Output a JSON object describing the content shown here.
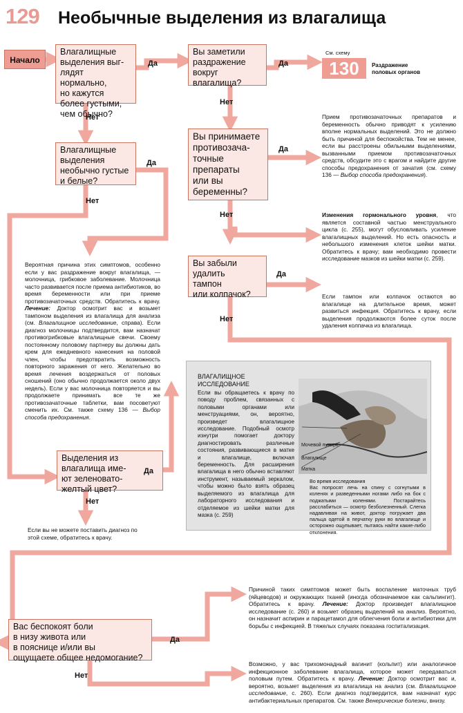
{
  "page": {
    "number": "129",
    "title": "Необычные выделения из влагалища"
  },
  "start_label": "Начало",
  "yes": "Да",
  "no": "Нет",
  "questions": {
    "q1": [
      "Влагалищные",
      "выделения выг-",
      "лядят нормально,",
      "но кажутся",
      "более густыми,",
      "чем обычно?"
    ],
    "q2": [
      "Вы заметили",
      "раздражение",
      "вокруг",
      "влагалища?"
    ],
    "q3": [
      "Влагалищные",
      "выделения",
      "необычно густые",
      "и белые?"
    ],
    "q4": [
      "Вы принимаете",
      "противозача-",
      "точные",
      "препараты",
      "или вы",
      "беременны?"
    ],
    "q5": [
      "Вы забыли",
      "удалить",
      "тампон",
      "или колпачок?"
    ],
    "q6": [
      "Выделения из",
      "влагалища име-",
      "ют зеленовато-",
      "желтый цвет?"
    ],
    "q7": [
      "Вас беспокоят боли",
      "в низу живота или",
      "в пояснице и/или вы",
      "ощущаете общее недомогание?"
    ]
  },
  "refer": {
    "see_label": "См. схему",
    "chart_number": "130",
    "chart_title": [
      "Раздражение",
      "половых органов"
    ]
  },
  "texts": {
    "contraceptives": "Прием противозачаточных препаратов и беременность обычно приводят к усилению вполне нормальных выделений. Это не должно быть причиной для беспокойства. Тем не менее, если вы расстроены обильными выделениями, вызванными приемом противозачаточных средств, обсудите это с врагом и найдите другие способы предохранения от зачатия (см. схему 136 — ",
    "contraceptives_em": "Выбор способа предохранения",
    "contraceptives_end": ").",
    "hormonal_b": "Изменения гормонального уровня",
    "hormonal": ", что является составной частью менструального цикла (с. 255), могут обусловливать усиление влагалищных выделений. Но есть опасность и небольшого изменения клеток шейки матки. Обратитесь к врачу; вам необходимо провести исследование мазков из шейки матки (с. 259).",
    "tampon": "Если тампон или колпачок остаются во влагалище на длительное время, может развиться инфекция. Обратитесь к врачу, если выделения продолжаются более суток после удаления колпачка из влагалища.",
    "thrush_intro": "Вероятная причина этих симптомов, особенно если у вас раздражение вокруг влагалища, — молочница, грибковое заболевание. Молочница часто развивается после приема антибиотиков, во время беременности или при приеме противозачаточных средств. Обратитесь к врачу.",
    "thrush_treat_label": "Лечение:",
    "thrush_treat": " Доктор осмотрит вас и возьмет тампоном выделения из влагалища для анализа (см. ",
    "thrush_em1": "Влагалищное исследование",
    "thrush_treat2": ", справа). Если диагноз молочницы подтвердится, вам назначат противогрибковые влагалищные свечи. Своему постоянному половому партнеру вы должны дать крем для ежедневного нанесения на половой член, чтобы предотвратить возможность повторного заражения от него. Желательно во время лечения воздержаться от половых сношений (оно обычно продолжается около двух недель). Если у вас молочница повторяется и вы продолжаете принимать все те же противозачаточные таблетки, вам посоветуют сменить их. См. также схему 136 — ",
    "thrush_em2": "Выбор способа предохранения",
    "thrush_end": ".",
    "cant_diagnose": "Если вы не можете поставить диагноз по этой схеме, обратитесь к врачу.",
    "tubes": "Причиной таких симптомов может быть воспаление маточных труб (яйцеводов) и окружающих тканей (иногда обозначаемое как сальпингит). Обратитесь к врачу.",
    "tubes_treat_label": "Лечение:",
    "tubes_treat": " Доктор произведет влагалищное исследование (с. 260) и возьмет образец выделений на анализ. Вероятно, он назначит аспирин и парацетамол для облегчения боли и антибиотики для борьбы с инфекцией. В тяжелых случаях показана госпитализация.",
    "tricho": "Возможно, у вас трихомонадный вагинит (кольпит) или аналогичное инфекционное заболевание влагалища, которое может передаваться половым путем. Обратитесь к врачу.",
    "tricho_treat_label": "Лечение:",
    "tricho_treat": " Доктор осмотрит вас и, вероятно, возьмет выделения из влагалища на анализ (см. ",
    "tricho_em1": "Влагалищное исследование",
    "tricho_treat2": ", с. 260). Если диагноз подтвердится, вам назначат курс антибактериальных препаратов. См. также ",
    "tricho_em2": "Венерические болезни",
    "tricho_end": ", внизу."
  },
  "panel": {
    "title": [
      "ВЛАГАЛИЩНОЕ",
      "ИССЛЕДОВАНИЕ"
    ],
    "text": "Если вы обращаетесь к врачу по поводу проблем, связанных с половыми органами или менструациями, он, вероятно, произведет влагалищное исследование. Подобный осмотр изнутри помогает доктору диагностировать различные состояния, развивающиеся в матке и влагалище, включая беременность. Для расширения влагалища в него обычно вставляют инструмент, называемый зеркалом, чтобы можно было взять образец выделяемого из влагалища для лабораторного исследования и отделяемое из шейки матки для мазка (с. 259)",
    "labels": [
      "Мочевой пузырь",
      "Влагалище",
      "Матка"
    ],
    "caption_title": "Во время исследования",
    "caption": "Вас попросят лечь на спину с согнутыми в коленях и разведенными ногами либо на бок с поджатыми коленями. Постарайтесь расслабиться — осмотр безболезненный. Слегка надавливая на живот, доктор погружает два пальца одетой в перчатку руки во влагалище и осторожно ощупывает, пытаясь найти какие-либо отклонения."
  },
  "colors": {
    "arrow": "#f0a79e",
    "box_fill": "#fbe7e3",
    "box_border": "#c8745f",
    "accent": "#ef9c92"
  }
}
